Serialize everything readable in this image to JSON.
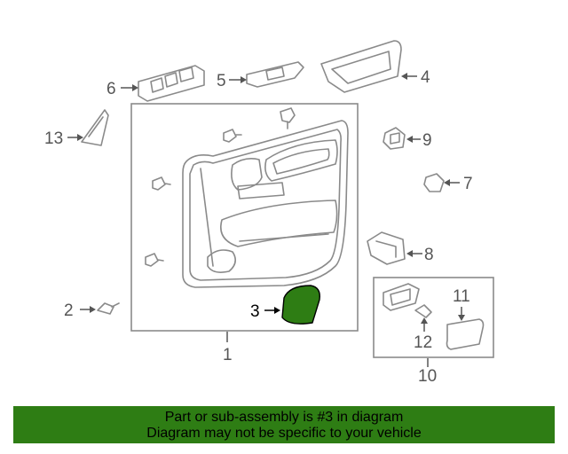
{
  "callouts": {
    "c1": "1",
    "c2": "2",
    "c3": "3",
    "c4": "4",
    "c5": "5",
    "c6": "6",
    "c7": "7",
    "c8": "8",
    "c9": "9",
    "c10": "10",
    "c11": "11",
    "c12": "12",
    "c13": "13"
  },
  "highlighted_part": "3",
  "colors": {
    "highlight_part": "#2e7d14",
    "banner_bg": "#2e7d14",
    "line": "#8a8a8a"
  },
  "banner": {
    "line1": "Part or sub-assembly is #3 in diagram",
    "line2": "Diagram may not be specific to your vehicle"
  }
}
